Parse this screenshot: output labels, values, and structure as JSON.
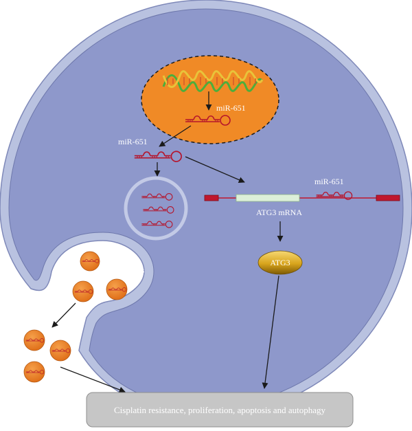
{
  "labels": {
    "mir_nucleus": "miR-651",
    "mir_cytoplasm": "miR-651",
    "mir_mrna": "miR-651",
    "atg3_mrna": "ATG3 mRNA",
    "atg3_protein": "ATG3",
    "exosomes": "Exosomes",
    "outcome": "Cisplatin resistance, proliferation, apoptosis and autophagy"
  },
  "colors": {
    "cell_membrane": "#b9c2e0",
    "cytoplasm": "#8e98cb",
    "nucleus": "#f08a26",
    "exosome": "#ee7f1f",
    "mirna": "#b5142b",
    "mrna_line": "#c0172e",
    "mrna_box": "#dcefd9",
    "atg3_gold": "#d8a41c",
    "outcome_box": "#c6c6c6",
    "arrow": "#1a1a1a"
  },
  "icons": [
    "dna-helix-icon",
    "mirna-hairpin-icon"
  ]
}
